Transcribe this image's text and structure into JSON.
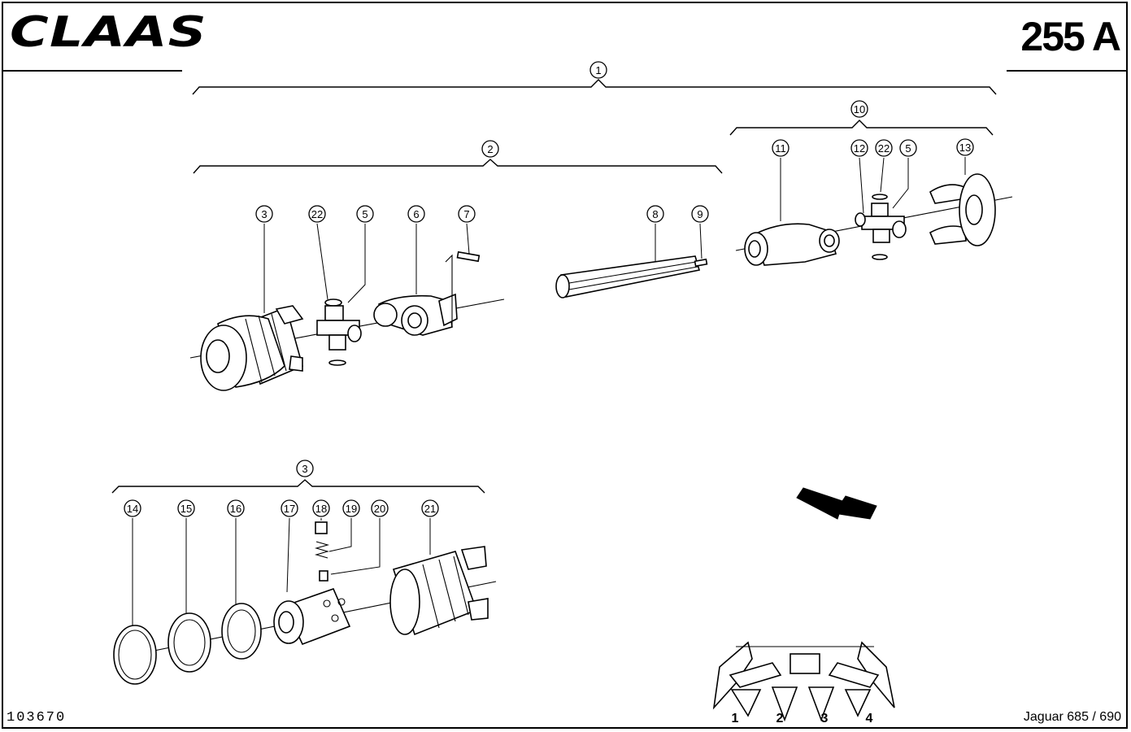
{
  "header": {
    "brand": "CLAAS",
    "page_code": "255 A"
  },
  "footer": {
    "doc_number": "103670",
    "model": "Jaguar 685 / 690"
  },
  "callouts": [
    "1",
    "2",
    "3",
    "22",
    "5",
    "6",
    "7",
    "8",
    "9",
    "10",
    "11",
    "12",
    "22",
    "5",
    "13",
    "3",
    "14",
    "15",
    "16",
    "17",
    "18",
    "19",
    "20",
    "21"
  ],
  "position_labels": [
    "1",
    "2",
    "3",
    "4"
  ]
}
